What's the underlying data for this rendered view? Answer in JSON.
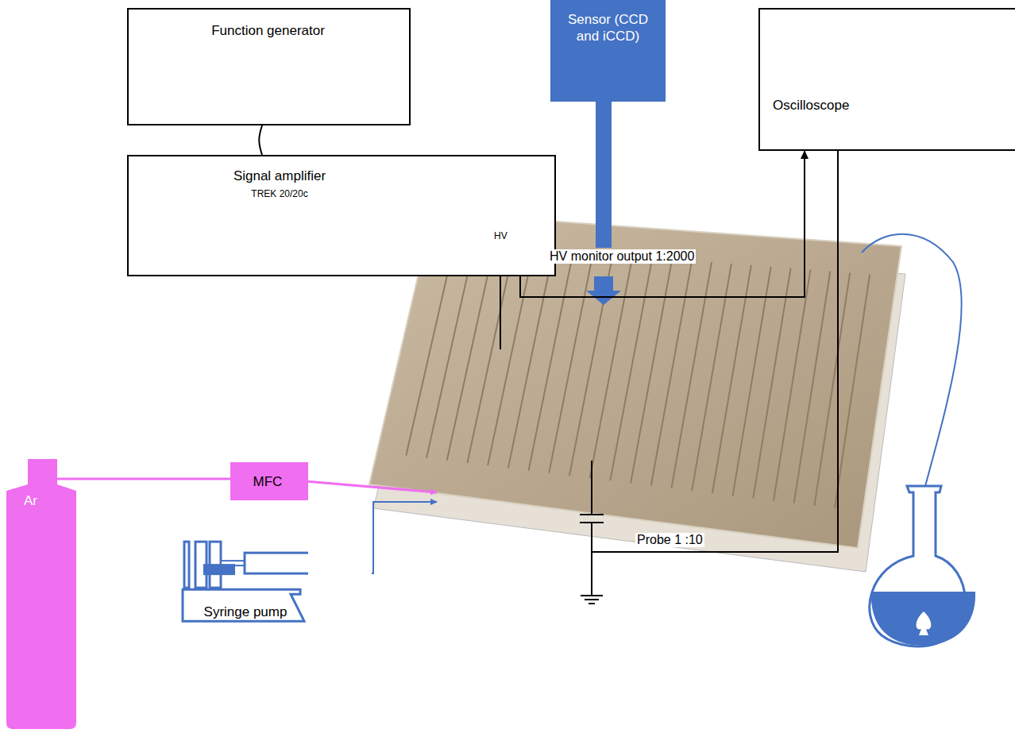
{
  "diagram": {
    "nodes": [
      {
        "text": [
          "Function generator"
        ]
      },
      {
        "text": [
          "Signal amplifier",
          "TREK 20/20c",
          "HV"
        ]
      },
      {
        "text": [
          "Sensor (CCD and iCCD)"
        ]
      },
      {
        "text": [
          "Oscilloscope"
        ]
      },
      {
        "text": [
          "MFC"
        ]
      },
      {
        "text": [
          "Ar"
        ]
      },
      {
        "text": [
          "Syringe pump"
        ]
      }
    ],
    "edges": [
      {
        "from": 0,
        "to": 1,
        "arrow": "none"
      },
      {
        "from": 1,
        "to": 3,
        "arrow": "to"
      },
      {
        "from": 5,
        "to": 4,
        "arrow": "none"
      }
    ],
    "labels": [
      "HV monitor output 1:2000",
      "Probe 1 :10"
    ]
  }
}
